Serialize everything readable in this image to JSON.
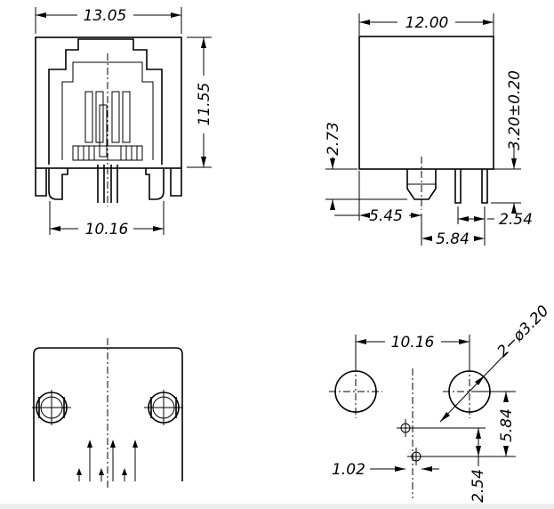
{
  "front_view": {
    "width": "13.05",
    "height": "11.55",
    "pin_span": "10.16"
  },
  "side_view": {
    "width": "12.00",
    "height": "3.20±0.20",
    "standoff": "2.73",
    "offset_a": "5.45",
    "offset_b": "5.84",
    "pitch": "2.54"
  },
  "pcb_layout": {
    "hole_span": "10.16",
    "hole_callout": "2−ø3.20",
    "row_offset": "5.84",
    "pin_offset": "1.02",
    "pin_pitch": "2.54"
  }
}
